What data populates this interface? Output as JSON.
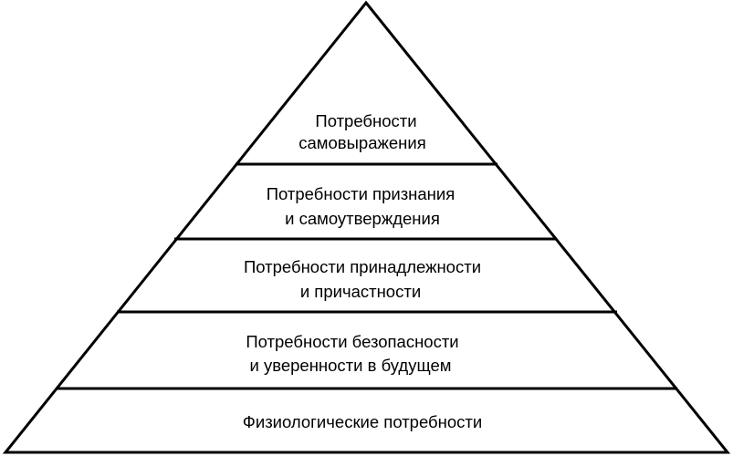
{
  "diagram": {
    "levels": [
      {
        "lines": [
          "Потребности",
          "самовыражения"
        ]
      },
      {
        "lines": [
          "Потребности признания",
          "и самоутверждения"
        ]
      },
      {
        "lines": [
          "Потребности принадлежности",
          "и причастности"
        ]
      },
      {
        "lines": [
          "Потребности безопасности",
          "и уверенности в будущем"
        ]
      },
      {
        "lines": [
          "Физиологические потребности"
        ]
      }
    ]
  }
}
